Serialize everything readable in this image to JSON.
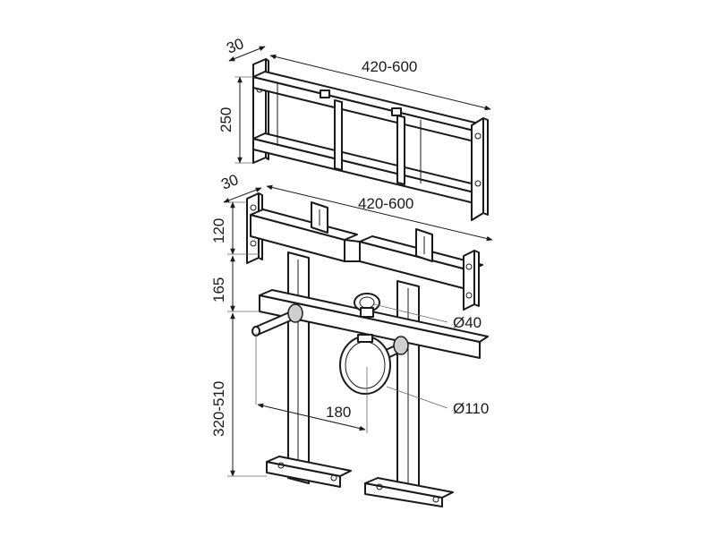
{
  "dimensions": {
    "top_bracket_depth": "30",
    "top_bracket_width": "420-600",
    "top_bracket_height": "250",
    "frame_depth": "30",
    "frame_width": "420-600",
    "frame_top_height": "120",
    "frame_upper_gap": "165",
    "frame_lower_height": "320-510",
    "pipe_spacing": "180",
    "small_pipe_diameter": "Ø40",
    "large_pipe_diameter": "Ø110"
  }
}
